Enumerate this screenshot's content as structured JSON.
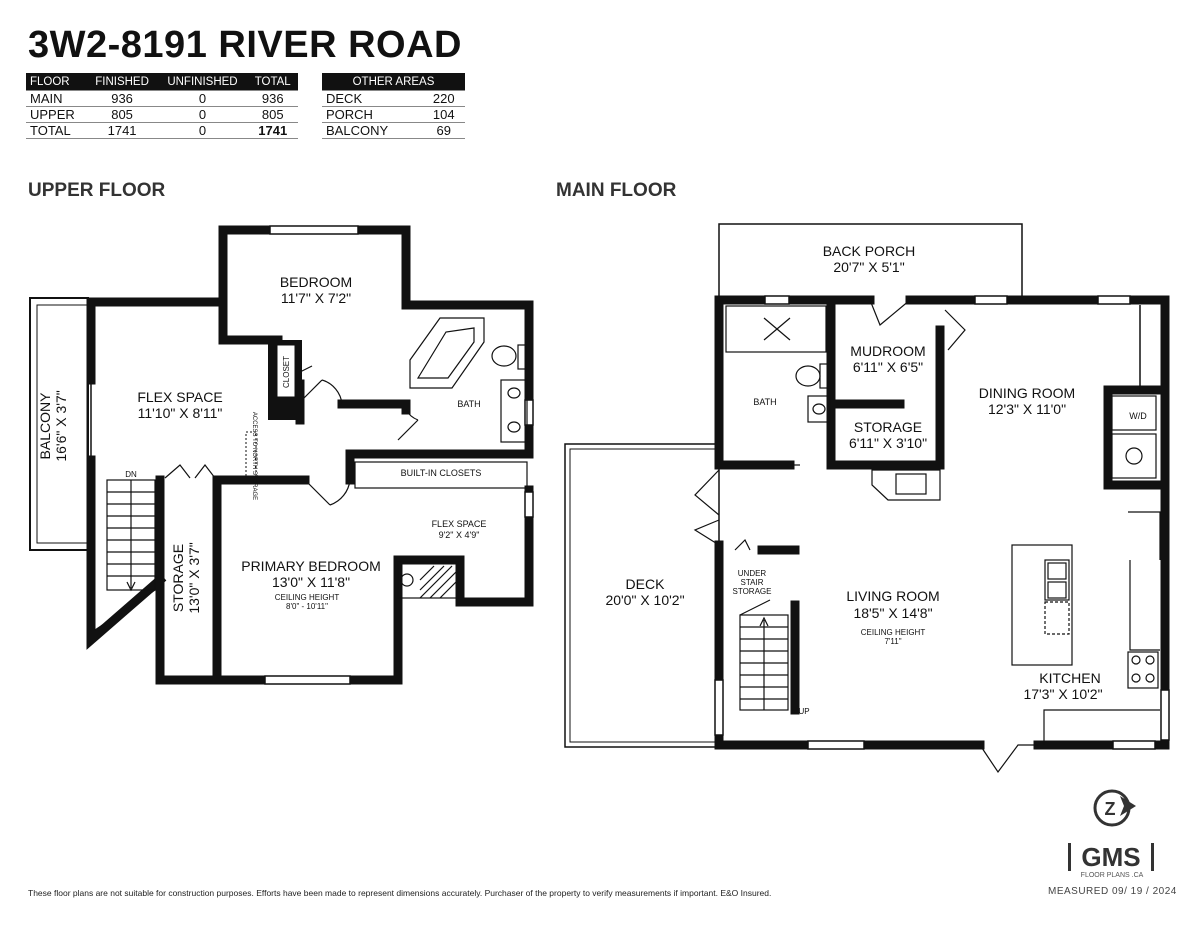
{
  "header": {
    "address": "3W2-8191 RIVER ROAD"
  },
  "area_table": {
    "columns": [
      "FLOOR",
      "FINISHED",
      "UNFINISHED",
      "TOTAL"
    ],
    "rows": [
      [
        "MAIN",
        "936",
        "0",
        "936"
      ],
      [
        "UPPER",
        "805",
        "0",
        "805"
      ],
      [
        "TOTAL",
        "1741",
        "0",
        "1741"
      ]
    ]
  },
  "other_areas": {
    "header": "OTHER AREAS",
    "rows": [
      [
        "DECK",
        "220"
      ],
      [
        "PORCH",
        "104"
      ],
      [
        "BALCONY",
        "69"
      ]
    ]
  },
  "upper_floor": {
    "label": "UPPER FLOOR",
    "bedroom": {
      "name": "BEDROOM",
      "dims": "11'7\" X 7'2\""
    },
    "flex_space": {
      "name": "FLEX SPACE",
      "dims": "11'10\" X 8'11\""
    },
    "balcony": {
      "name": "BALCONY",
      "dims": "16'6\" X 3'7\""
    },
    "closet": "CLOSET",
    "bath": "BATH",
    "access": "ACCESS TO NORTH STORAGE",
    "built_in_closets": "BUILT-IN CLOSETS",
    "flex_space_small": {
      "name": "FLEX SPACE",
      "dims": "9'2\" X 4'9\""
    },
    "primary_bedroom": {
      "name": "PRIMARY BEDROOM",
      "dims": "13'0\" X 11'8\"",
      "ceiling_label": "CEILING HEIGHT",
      "ceiling": "8'0\" - 10'11\""
    },
    "storage": {
      "name": "STORAGE",
      "dims": "13'0\" X 3'7\""
    },
    "stair": "DN"
  },
  "main_floor": {
    "label": "MAIN FLOOR",
    "back_porch": {
      "name": "BACK PORCH",
      "dims": "20'7\" X 5'1\""
    },
    "mudroom": {
      "name": "MUDROOM",
      "dims": "6'11\" X 6'5\""
    },
    "dining_room": {
      "name": "DINING ROOM",
      "dims": "12'3\" X 11'0\""
    },
    "bath": "BATH",
    "storage": {
      "name": "STORAGE",
      "dims": "6'11\" X 3'10\""
    },
    "washer_dryer": "W/D",
    "deck": {
      "name": "DECK",
      "dims": "20'0\" X 10'2\""
    },
    "under_stair": [
      "UNDER",
      "STAIR",
      "STORAGE"
    ],
    "living_room": {
      "name": "LIVING ROOM",
      "dims": "18'5\" X 14'8\"",
      "ceiling_label": "CEILING HEIGHT",
      "ceiling": "7'11\""
    },
    "kitchen": {
      "name": "KITCHEN",
      "dims": "17'3\" X 10'2\""
    },
    "stair": "UP"
  },
  "footer": {
    "disclaimer": "These floor plans are not suitable for construction purposes. Efforts have been made to represent dimensions accurately.  Purchaser of the property to verify measurements if important.  E&O Insured.",
    "measured": "MEASURED     09/ 19 / 2024",
    "logo": "GMS",
    "logo_sub": "FLOOR PLANS .CA",
    "compass_letter": "Z"
  }
}
